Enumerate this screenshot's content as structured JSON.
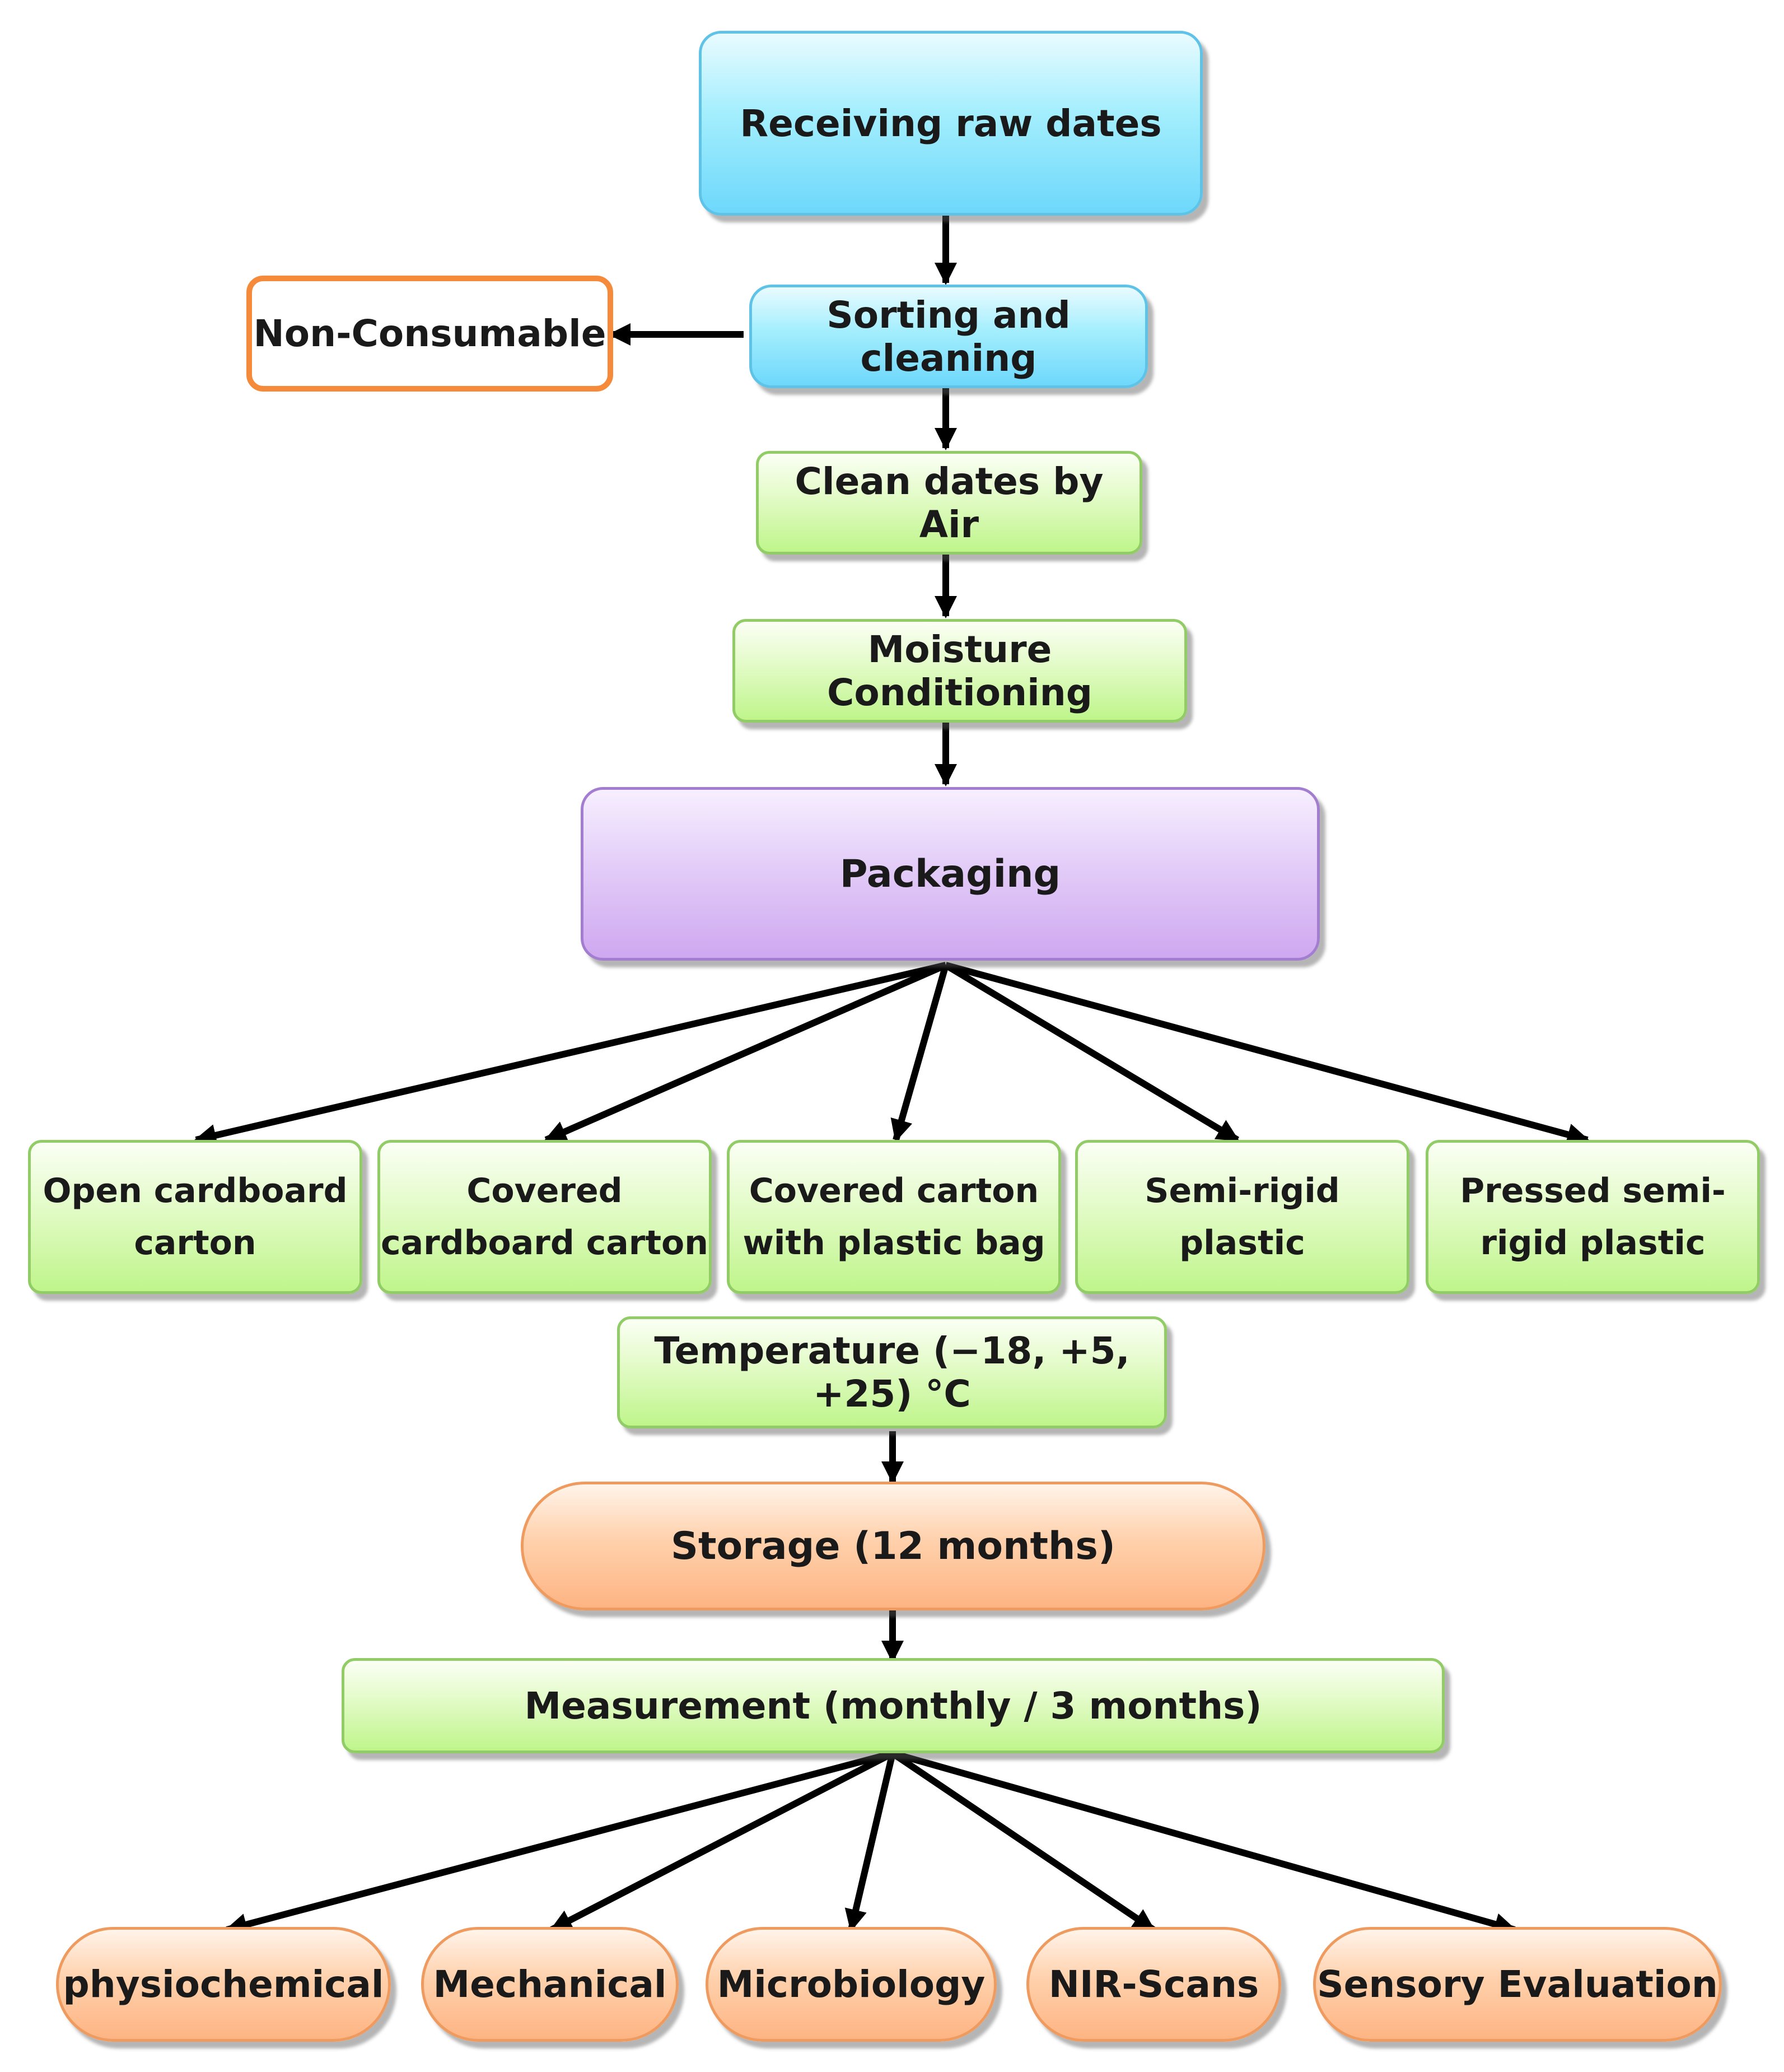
{
  "nodes": {
    "receiving": "Receiving raw dates",
    "sorting": "Sorting and cleaning",
    "non_consumable": "Non-Consumable",
    "clean_air": "Clean dates by Air",
    "moisture": "Moisture Conditioning",
    "packaging": "Packaging",
    "temperature": "Temperature (−18, +5, +25) °C",
    "storage": "Storage (12 months)",
    "measurement": "Measurement (monthly / 3 months)"
  },
  "packaging_options": [
    [
      "Open cardboard",
      "carton"
    ],
    [
      "Covered",
      "cardboard carton"
    ],
    [
      "Covered carton",
      "with plastic bag"
    ],
    [
      "Semi-rigid plastic"
    ],
    [
      "Pressed semi-",
      "rigid plastic"
    ]
  ],
  "measurement_types": [
    "physiochemical",
    "Mechanical",
    "Microbiology",
    "NIR-Scans",
    "Sensory Evaluation"
  ],
  "colors": {
    "blue_fill": "#a3eefd",
    "green_fill": "#e2fbc6",
    "purple_fill": "#e3cdf8",
    "orange_fill": "#ffd1ac",
    "outline_orange": "#f58a3a",
    "arrow": "#000000"
  }
}
